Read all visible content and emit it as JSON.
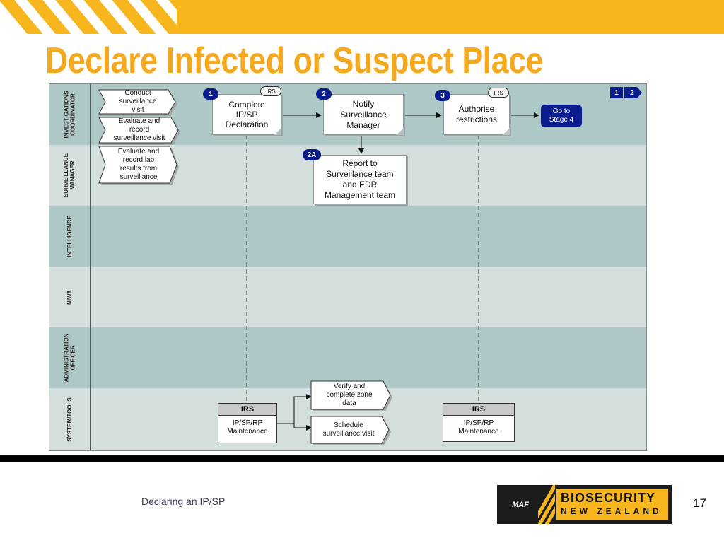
{
  "slide": {
    "title": "Declare Infected or Suspect Place",
    "footer": "Declaring an IP/SP",
    "page_number": "17",
    "logo": {
      "line1": "BIOSECURITY",
      "line2": "NEW ZEALAND",
      "mark": "MAF"
    }
  },
  "colors": {
    "banner": "#f7b61e",
    "title": "#f5a81c",
    "badge": "#0b1c8c",
    "lane_dark": "#adc8c6",
    "lane_light": "#d4dedd"
  },
  "lanes": [
    {
      "label": [
        "INVESTIGATIONS",
        "COORDINATOR"
      ]
    },
    {
      "label": [
        "SURVEILLANCE",
        "MANAGER"
      ]
    },
    {
      "label": [
        "INTELLIGENCE"
      ]
    },
    {
      "label": [
        "NIWA"
      ]
    },
    {
      "label": [
        "ADMINISTRATION",
        "OFFICER"
      ]
    },
    {
      "label": [
        "SYSTEM/TOOLS"
      ]
    }
  ],
  "inputs": [
    {
      "text": "Conduct surveillance visit",
      "lines": [
        "Conduct",
        "surveillance",
        "visit"
      ]
    },
    {
      "text": "Evaluate and record surveillance visit",
      "lines": [
        "Evaluate and",
        "record",
        "surveillance visit"
      ]
    },
    {
      "text": "Evaluate and record lab results from surveillance",
      "lines": [
        "Evaluate and",
        "record lab",
        "results from",
        "surveillance"
      ]
    }
  ],
  "steps": [
    {
      "badge": "1",
      "label": [
        "Complete",
        "IP/SP",
        "Declaration"
      ],
      "tag": "IRS"
    },
    {
      "badge": "2",
      "label": [
        "Notify",
        "Surveillance",
        "Manager"
      ]
    },
    {
      "badge": "2A",
      "label": [
        "Report to",
        "Surveillance team",
        "and EDR",
        "Management team"
      ]
    },
    {
      "badge": "3",
      "label": [
        "Authorise",
        "restrictions"
      ],
      "tag": "IRS"
    }
  ],
  "goto": [
    "Go to",
    "Stage 4"
  ],
  "nav": [
    "1",
    "2"
  ],
  "systems": [
    {
      "header": "IRS",
      "body": [
        "IP/SP/RP",
        "Maintenance"
      ]
    },
    {
      "header": "IRS",
      "body": [
        "IP/SP/RP",
        "Maintenance"
      ]
    }
  ],
  "outputs": [
    {
      "lines": [
        "Verify and",
        "complete zone",
        "data"
      ]
    },
    {
      "lines": [
        "Schedule",
        "surveillance visit"
      ]
    }
  ]
}
